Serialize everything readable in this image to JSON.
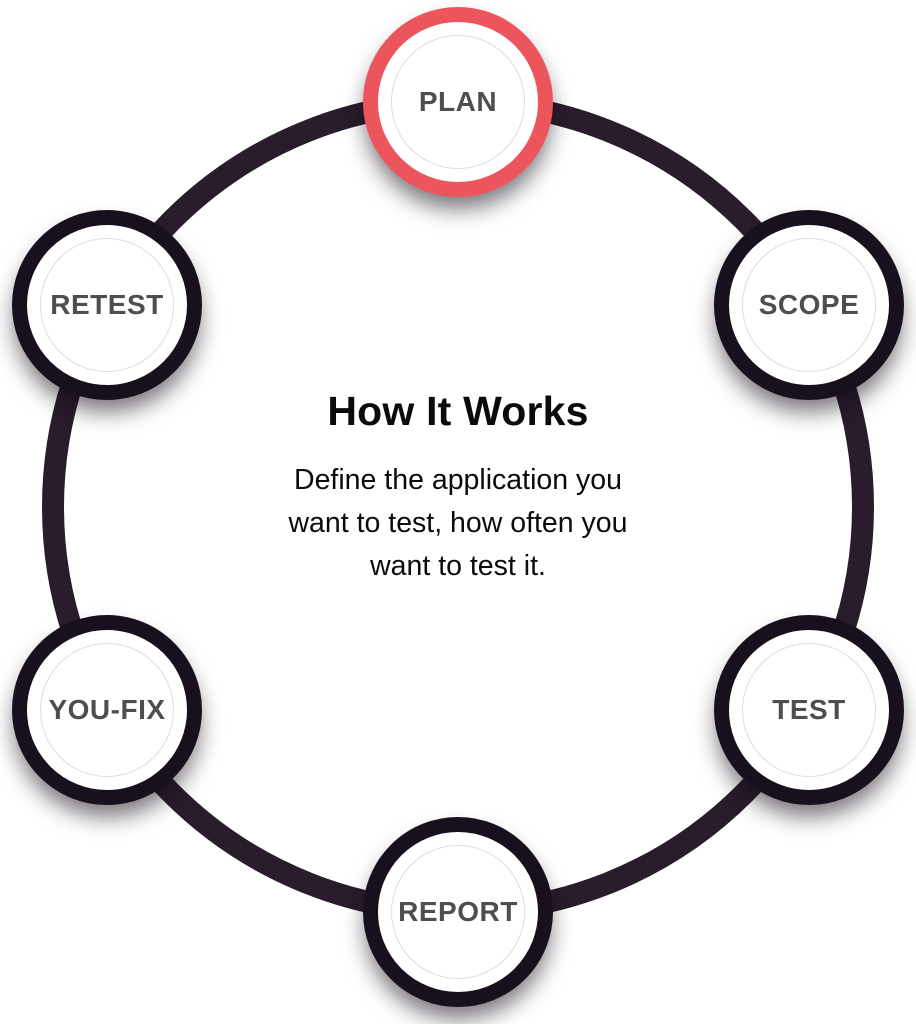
{
  "diagram": {
    "center": {
      "title": "How It Works",
      "description": "Define the application you want to test, how often you want to test it.",
      "description_lines": [
        "Define the application you",
        "want to test, how often you",
        "want to test it."
      ]
    },
    "steps": [
      {
        "label": "PLAN",
        "active": true
      },
      {
        "label": "SCOPE",
        "active": false
      },
      {
        "label": "TEST",
        "active": false
      },
      {
        "label": "REPORT",
        "active": false
      },
      {
        "label": "YOU-FIX",
        "active": false
      },
      {
        "label": "RETEST",
        "active": false
      }
    ],
    "colors": {
      "active_ring": "#ec555b",
      "ring": "#18111d",
      "cycle_arc": "#291c2b",
      "inner_outline": "#dcdcdc",
      "label": "#4e4e4e",
      "text": "#0b0b0b",
      "node_fill": "#ffffff"
    }
  }
}
